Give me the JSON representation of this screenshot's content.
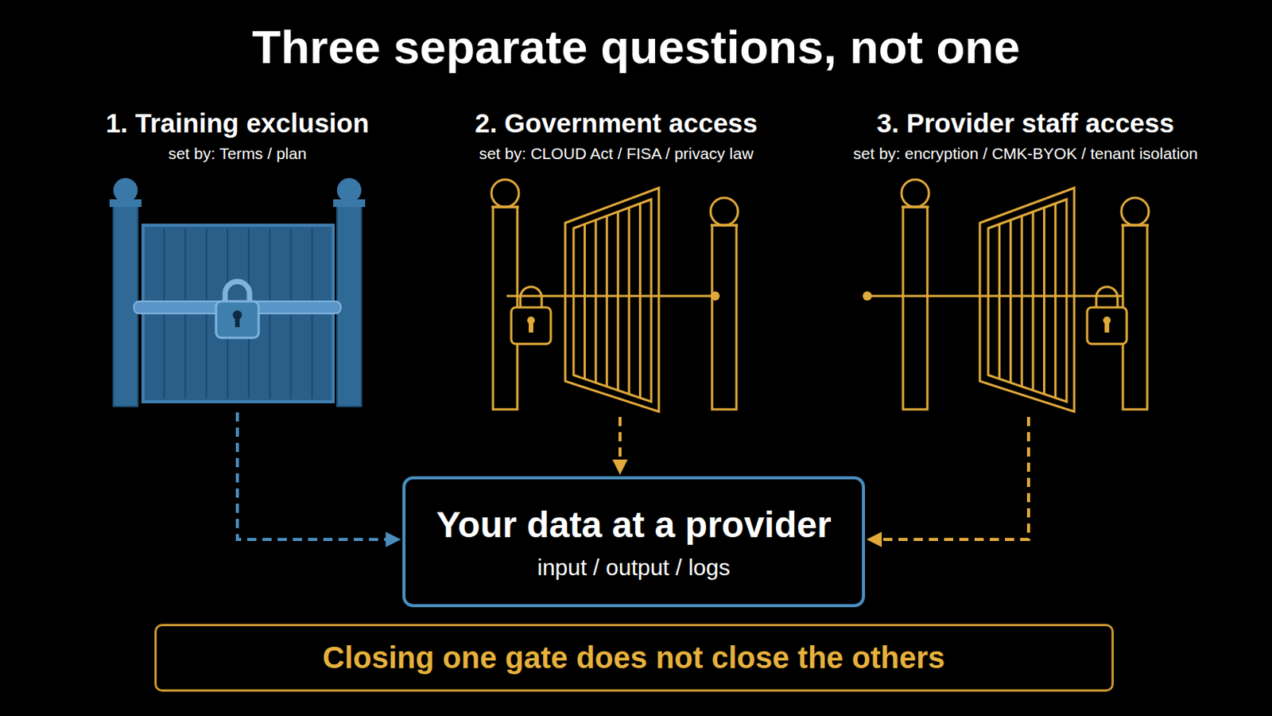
{
  "diagram": {
    "title": "Three separate questions, not one",
    "nodes": [
      {
        "text": [
          "1. Training exclusion",
          "set by: Terms / plan"
        ]
      },
      {
        "text": [
          "2. Government access",
          "set by: CLOUD Act / FISA / privacy law"
        ]
      },
      {
        "text": [
          "3. Provider staff access",
          "set by: encryption / CMK-BYOK / tenant isolation"
        ]
      },
      {
        "text": [
          "Your data at a provider",
          "input / output / logs"
        ]
      },
      {
        "text": [
          "Closing one gate does not close the others"
        ]
      }
    ],
    "edges": [
      {
        "from": 0,
        "to": 3,
        "arrow": "to"
      },
      {
        "from": 1,
        "to": 3,
        "arrow": "to"
      },
      {
        "from": 2,
        "to": 3,
        "arrow": "to"
      }
    ]
  }
}
